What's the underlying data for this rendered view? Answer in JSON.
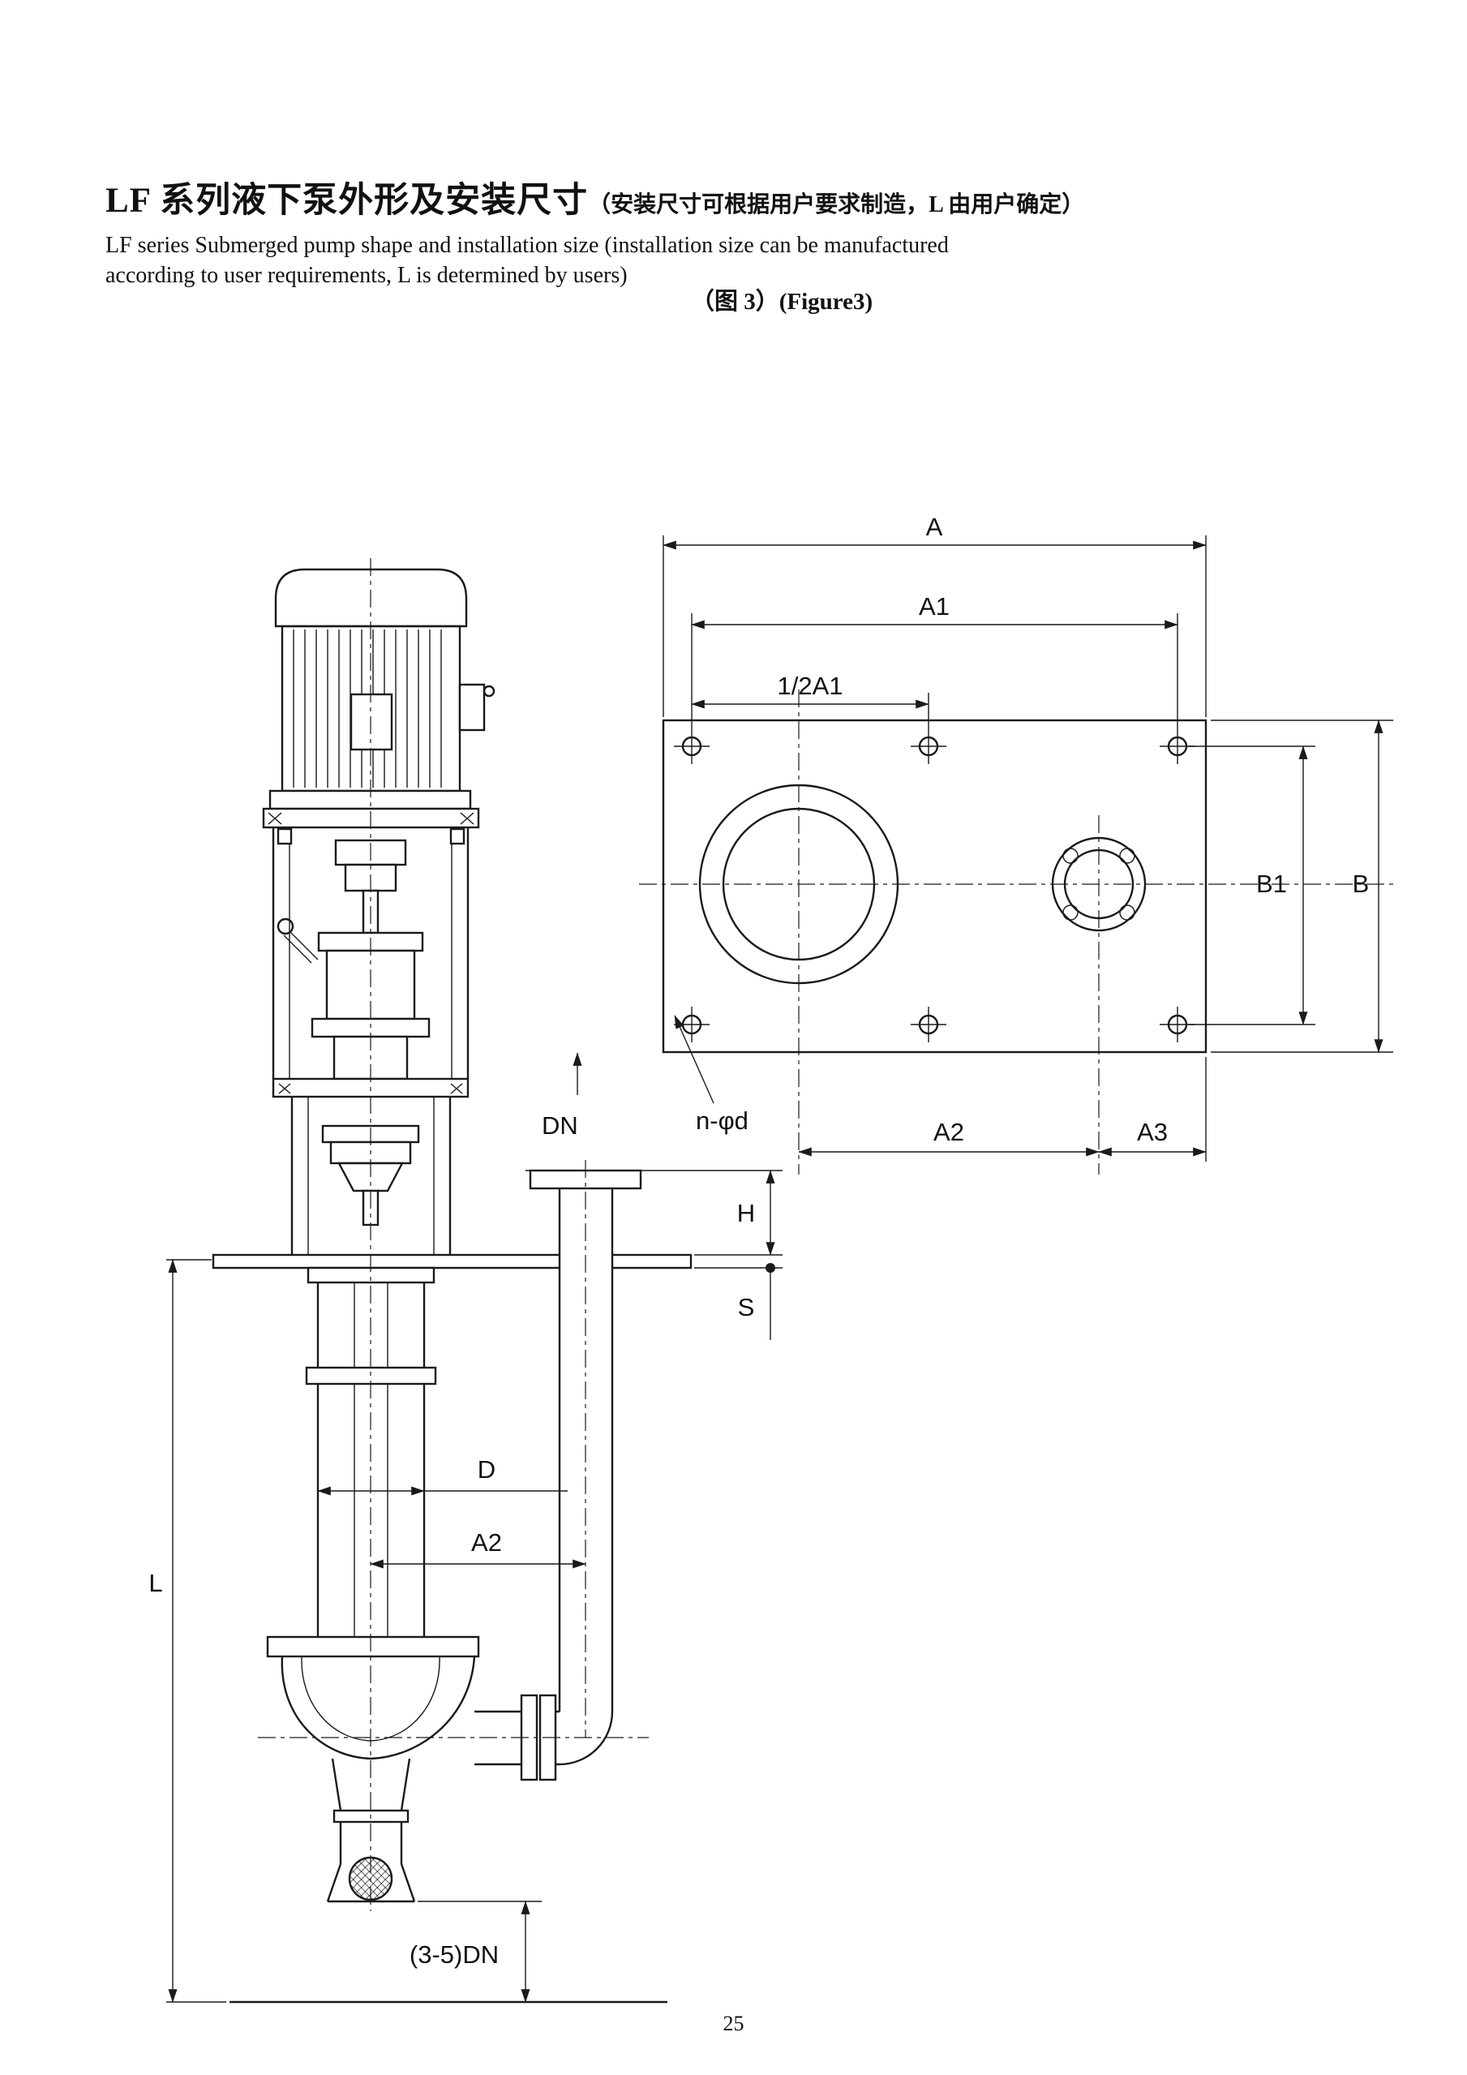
{
  "header": {
    "title_zh": "LF 系列液下泵外形及安装尺寸",
    "title_note": "（安装尺寸可根据用户要求制造，L 由用户确定）",
    "subtitle_en_line1": "LF series Submerged pump shape and installation size (installation size can be manufactured",
    "subtitle_en_line2": "according to user requirements, L is determined by users)",
    "figure_caption": "（图 3）(Figure3)"
  },
  "drawing": {
    "labels": {
      "a": "A",
      "a1": "A1",
      "half_a1": "1/2A1",
      "b1": "B1",
      "b": "B",
      "a2": "A2",
      "a3": "A3",
      "n_phi_d": "n-φd",
      "dn": "DN",
      "h": "H",
      "s": "S",
      "d": "D",
      "l": "L",
      "bottom_clearance": "(3-5)DN"
    }
  },
  "footer": {
    "page_number": "25"
  }
}
